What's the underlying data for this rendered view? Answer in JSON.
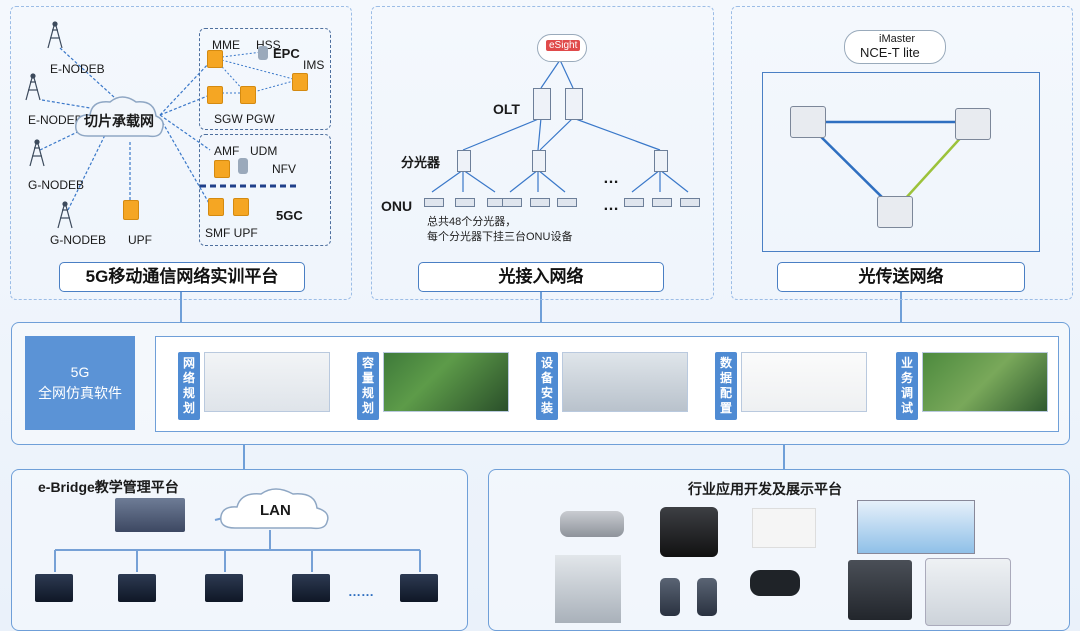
{
  "top": {
    "five_g": {
      "title": "5G移动通信网络实训平台",
      "enodeb1": "E-NODEB",
      "enodeb2": "E-NODEB",
      "gnodeb1": "G-NODEB",
      "gnodeb2": "G-NODEB",
      "cloud": "切片承载网",
      "upf_left": "UPF",
      "mme": "MME",
      "hss": "HSS",
      "epc": "EPC",
      "ims": "IMS",
      "sgw_pgw": "SGW PGW",
      "amf": "AMF",
      "udm": "UDM",
      "nfv": "NFV",
      "fivegc": "5GC",
      "smf_upf": "SMF UPF"
    },
    "optical_access": {
      "title": "光接入网络",
      "esight": "eSight",
      "olt": "OLT",
      "splitter": "分光器",
      "onu": "ONU",
      "dots1": "…",
      "dots2": "…",
      "note_line1": "总共48个分光器，",
      "note_line2": "每个分光器下挂三台ONU设备"
    },
    "optical_transport": {
      "title": "光传送网络",
      "imaster_line1": "iMaster",
      "imaster_line2": "NCE-T lite"
    }
  },
  "middle": {
    "label_line1": "5G",
    "label_line2": "全网仿真软件",
    "modules": [
      {
        "label": "网络规划"
      },
      {
        "label": "容量规划"
      },
      {
        "label": "设备安装"
      },
      {
        "label": "数据配置"
      },
      {
        "label": "业务调试"
      }
    ]
  },
  "bottom": {
    "ebridge": {
      "title": "e-Bridge教学管理平台",
      "lan": "LAN",
      "dots": "……"
    },
    "industry": {
      "title": "行业应用开发及展示平台"
    }
  },
  "colors": {
    "panel_border": "#6f9fd8",
    "dash_border": "#9cbde6",
    "accent_blue": "#5b93d6",
    "orange_device": "#f5a623",
    "line_blue": "#2f6fc0"
  }
}
